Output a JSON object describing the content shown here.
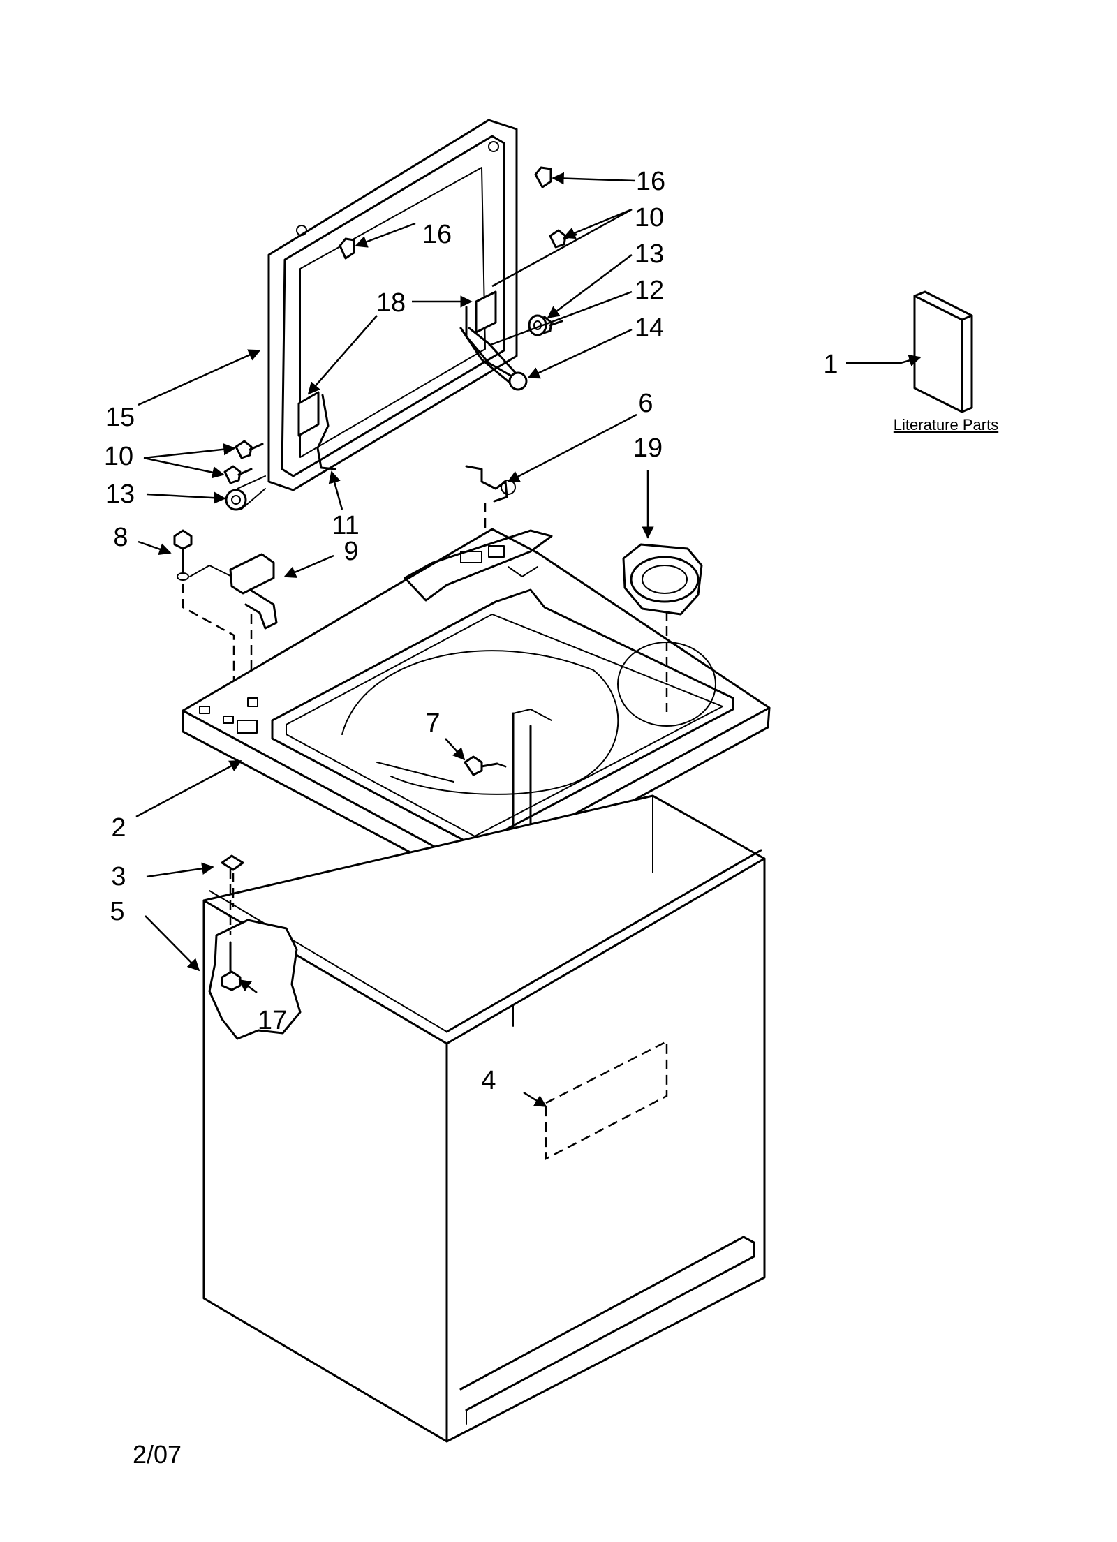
{
  "callouts": [
    "1",
    "2",
    "3",
    "4",
    "5",
    "6",
    "7",
    "8",
    "9",
    "10",
    "11",
    "12",
    "13",
    "14",
    "15",
    "16",
    "17",
    "18",
    "19"
  ],
  "literature_label": "Literature Parts",
  "date_code": "2/07"
}
